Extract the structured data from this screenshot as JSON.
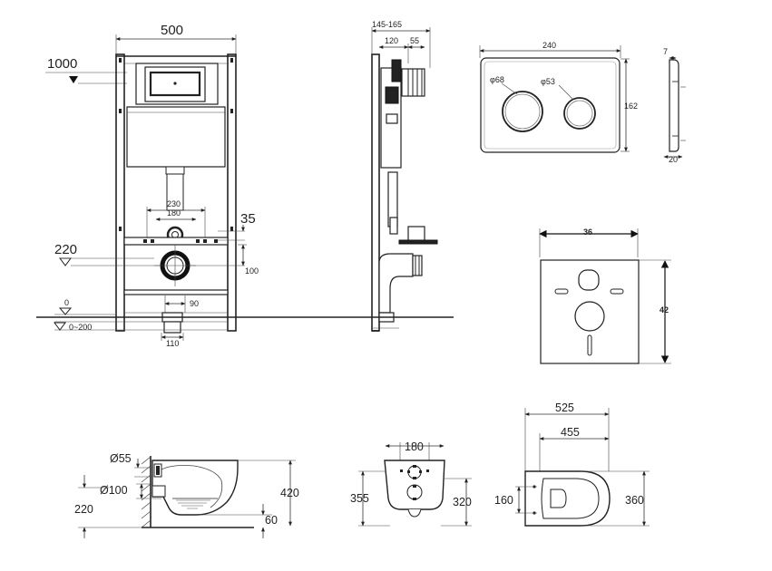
{
  "frame_front": {
    "width": "500",
    "level_1000": "1000",
    "level_220": "220",
    "level_0": "0",
    "floor_range": "0~200",
    "d230": "230",
    "d180": "180",
    "d35": "35",
    "d100": "100",
    "d90": "90",
    "d110": "110"
  },
  "frame_side": {
    "depth": "145-165",
    "d120": "120",
    "d55": "55"
  },
  "flush_plate": {
    "width": "240",
    "height": "162",
    "dia_large": "φ68",
    "dia_small": "φ53",
    "thickness_top": "7",
    "thickness_bottom": "20"
  },
  "access_panel": {
    "width": "36",
    "height": "42"
  },
  "bowl_side": {
    "dia_55": "Ø55",
    "dia_100": "Ø100",
    "h220": "220",
    "h420": "420",
    "h60": "60"
  },
  "bowl_back": {
    "w180": "180",
    "h355": "355",
    "h320": "320"
  },
  "bowl_top": {
    "w525": "525",
    "w455": "455",
    "w160": "160",
    "w360": "360"
  }
}
